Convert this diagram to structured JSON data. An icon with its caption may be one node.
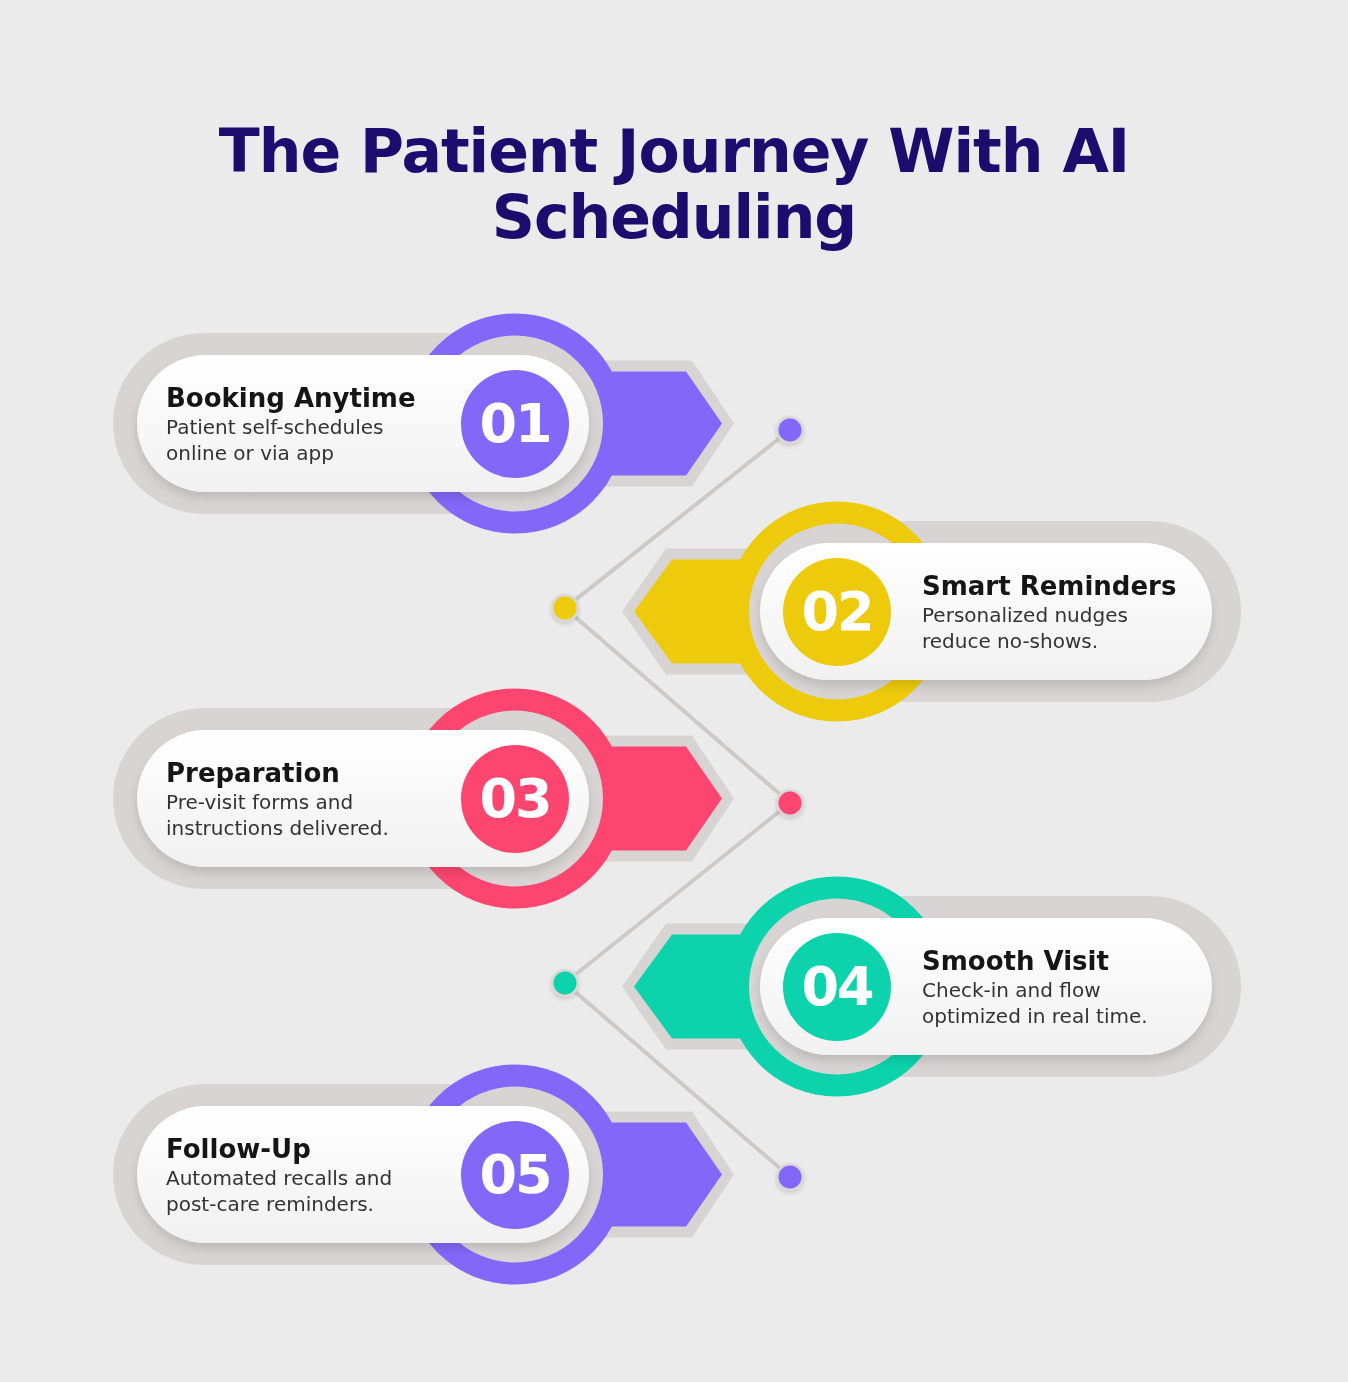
{
  "diagram": {
    "title": "The Patient Journey With AI Scheduling",
    "nodes": [
      {
        "text": [
          "Booking Anytime",
          "Patient self-schedules online or via app"
        ]
      },
      {
        "text": [
          "01"
        ],
        "in": 0
      },
      {
        "text": [],
        "shape": "circle"
      },
      {
        "text": [],
        "shape": "circle"
      },
      {
        "text": [
          "Smart Reminders",
          "Personalized nudges reduce no-shows."
        ]
      },
      {
        "text": [
          "02"
        ],
        "in": 4
      },
      {
        "text": [
          "Preparation",
          "Pre-visit forms and instructions delivered."
        ]
      },
      {
        "text": [
          "03"
        ],
        "in": 6
      },
      {
        "text": [],
        "shape": "circle"
      },
      {
        "text": [],
        "shape": "circle"
      },
      {
        "text": [
          "Smooth Visit",
          "Check-in and flow optimized in real time."
        ]
      },
      {
        "text": [
          "04"
        ],
        "in": 10
      },
      {
        "text": [
          "Follow-Up",
          "Automated recalls and post-care reminders."
        ]
      },
      {
        "text": [
          "05"
        ],
        "in": 12
      },
      {
        "text": [],
        "shape": "circle"
      }
    ],
    "edges": [
      {
        "from": 2,
        "to": 3,
        "arrow": "none"
      },
      {
        "from": 3,
        "to": 8,
        "arrow": "none"
      },
      {
        "from": 8,
        "to": 9,
        "arrow": "none"
      },
      {
        "from": 9,
        "to": 14,
        "arrow": "none"
      }
    ]
  }
}
